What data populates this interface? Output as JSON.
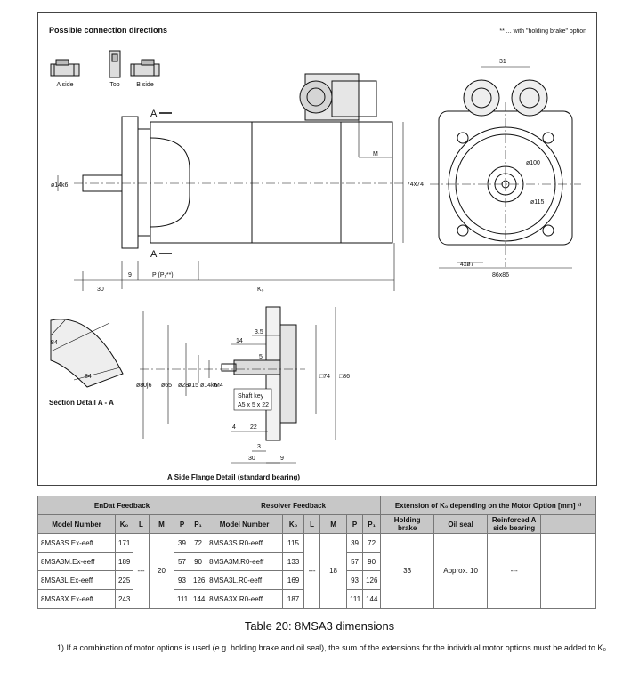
{
  "drawing": {
    "connection_title": "Possible connection directions",
    "brake_note": "** ... with \"holding brake\" option",
    "views": [
      "A side",
      "Top",
      "B side"
    ],
    "section_label_top": "A",
    "section_label_bottom": "A",
    "dims": {
      "d14k6": "ø14k6",
      "d30": "30",
      "d9": "9",
      "p": "P (P₁**)",
      "k0": "K₀",
      "m": "M",
      "d74": "74x74",
      "d31": "31",
      "d100": "ø100",
      "d115": "ø115",
      "hole": "4xø7",
      "square": "86x86"
    },
    "section_detail": {
      "title": "Section Detail A - A",
      "d84a": "84",
      "d84b": "84"
    },
    "flange_detail": {
      "title": "A Side Flange Detail (standard bearing)",
      "d14": "14",
      "d3_5": "3.5",
      "d5": "5",
      "d80": "ø80j6",
      "d65": "ø65",
      "d28": "ø28",
      "d15": "ø15",
      "d14k6": "ø14k6",
      "m4": "M4",
      "shaft_key_1": "Shaft key",
      "shaft_key_2": "A5 x 5 x 22",
      "d4": "4",
      "d22": "22",
      "d3": "3",
      "d30": "30",
      "d9": "9",
      "sq74": "□74",
      "sq86": "□86"
    }
  },
  "table": {
    "group_headers": [
      "EnDat Feedback",
      "Resolver Feedback",
      "Extension of K₀ depending on the Motor Option [mm] ¹⁾"
    ],
    "columns": {
      "model": "Model Number",
      "k0": "K₀",
      "l": "L",
      "m": "M",
      "p": "P",
      "p1": "P₁",
      "holding_brake": "Holding brake",
      "oil_seal": "Oil seal",
      "reinforced": "Reinforced A side bearing"
    },
    "rows": [
      {
        "endat_model": "8MSA3S.Ex-eeff",
        "endat_k0": "171",
        "p": "39",
        "p1": "72",
        "res_model": "8MSA3S.R0-eeff",
        "res_k0": "115"
      },
      {
        "endat_model": "8MSA3M.Ex-eeff",
        "endat_k0": "189",
        "p": "57",
        "p1": "90",
        "res_model": "8MSA3M.R0-eeff",
        "res_k0": "133"
      },
      {
        "endat_model": "8MSA3L.Ex-eeff",
        "endat_k0": "225",
        "p": "93",
        "p1": "126",
        "res_model": "8MSA3L.R0-eeff",
        "res_k0": "169"
      },
      {
        "endat_model": "8MSA3X.Ex-eeff",
        "endat_k0": "243",
        "p": "111",
        "p1": "144",
        "res_model": "8MSA3X.R0-eeff",
        "res_k0": "187"
      }
    ],
    "endat_l": "---",
    "endat_m": "20",
    "res_l": "---",
    "res_m": "18",
    "holding_brake": "33",
    "oil_seal": "Approx. 10",
    "reinforced": "---"
  },
  "caption": "Table 20: 8MSA3 dimensions",
  "footnote": "1)  If a combination of motor options is used (e.g. holding brake and oil seal), the sum of the extensions for the individual motor options must be added to K₀."
}
